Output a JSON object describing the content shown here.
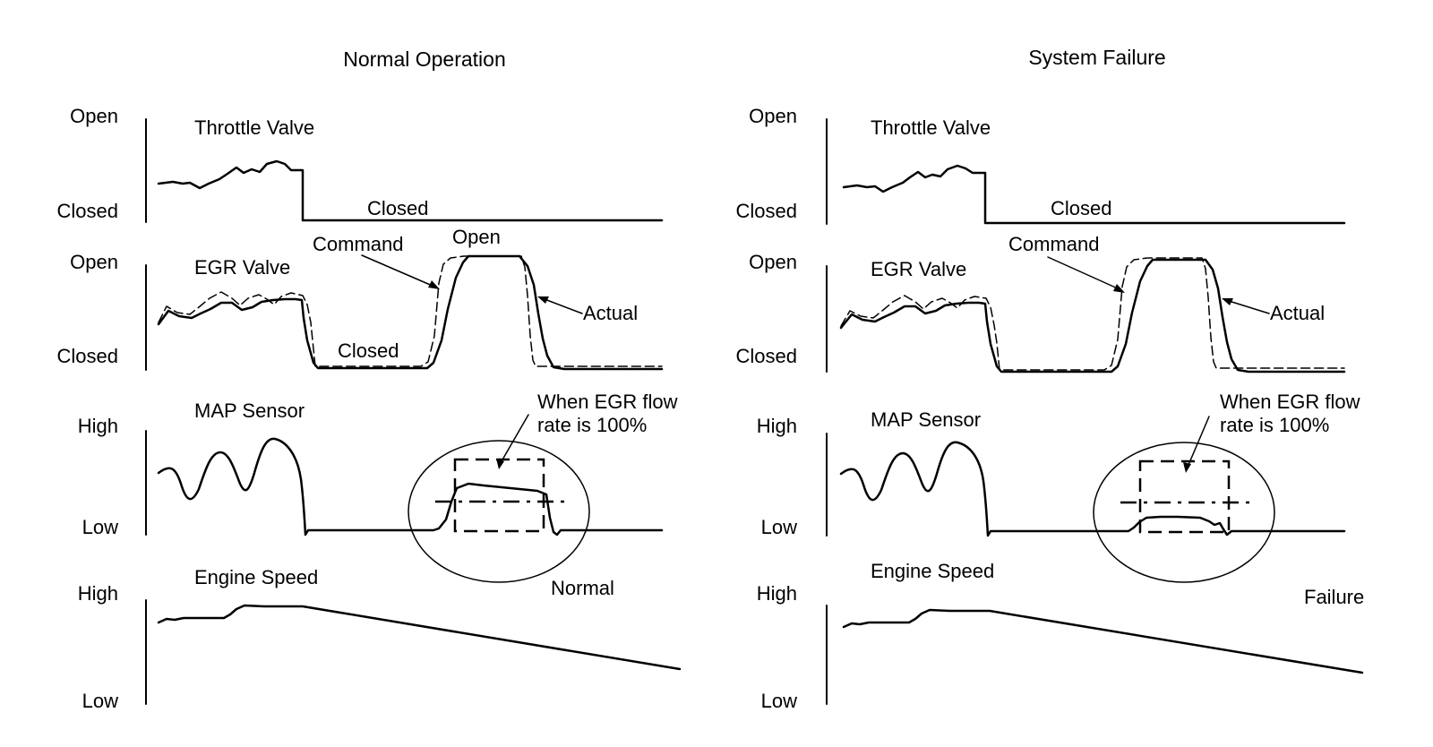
{
  "panels": [
    {
      "id": "normal",
      "title": "Normal Operation",
      "throttle": {
        "name": "Throttle Valve",
        "level_high": "Open",
        "level_low": "Closed",
        "state_label": "Closed"
      },
      "egr": {
        "name": "EGR Valve",
        "level_high": "Open",
        "level_low": "Closed",
        "command_label": "Command",
        "open_label": "Open",
        "actual_label": "Actual",
        "closed_label": "Closed"
      },
      "map": {
        "name": "MAP Sensor",
        "level_high": "High",
        "level_low": "Low",
        "note_line1": "When EGR flow",
        "note_line2": "rate is 100%"
      },
      "speed": {
        "name": "Engine Speed",
        "level_high": "High",
        "level_low": "Low",
        "result_label": "Normal"
      }
    },
    {
      "id": "failure",
      "title": "System Failure",
      "throttle": {
        "name": "Throttle Valve",
        "level_high": "Open",
        "level_low": "Closed",
        "state_label": "Closed"
      },
      "egr": {
        "name": "EGR Valve",
        "level_high": "Open",
        "level_low": "Closed",
        "command_label": "Command",
        "open_label": "",
        "actual_label": "Actual",
        "closed_label": ""
      },
      "map": {
        "name": "MAP Sensor",
        "level_high": "High",
        "level_low": "Low",
        "note_line1": "When EGR flow",
        "note_line2": "rate is 100%"
      },
      "speed": {
        "name": "Engine Speed",
        "level_high": "High",
        "level_low": "Low",
        "result_label": "Failure"
      }
    }
  ],
  "legend": {
    "solid_line": "Actual",
    "dashed_line": "Command"
  }
}
